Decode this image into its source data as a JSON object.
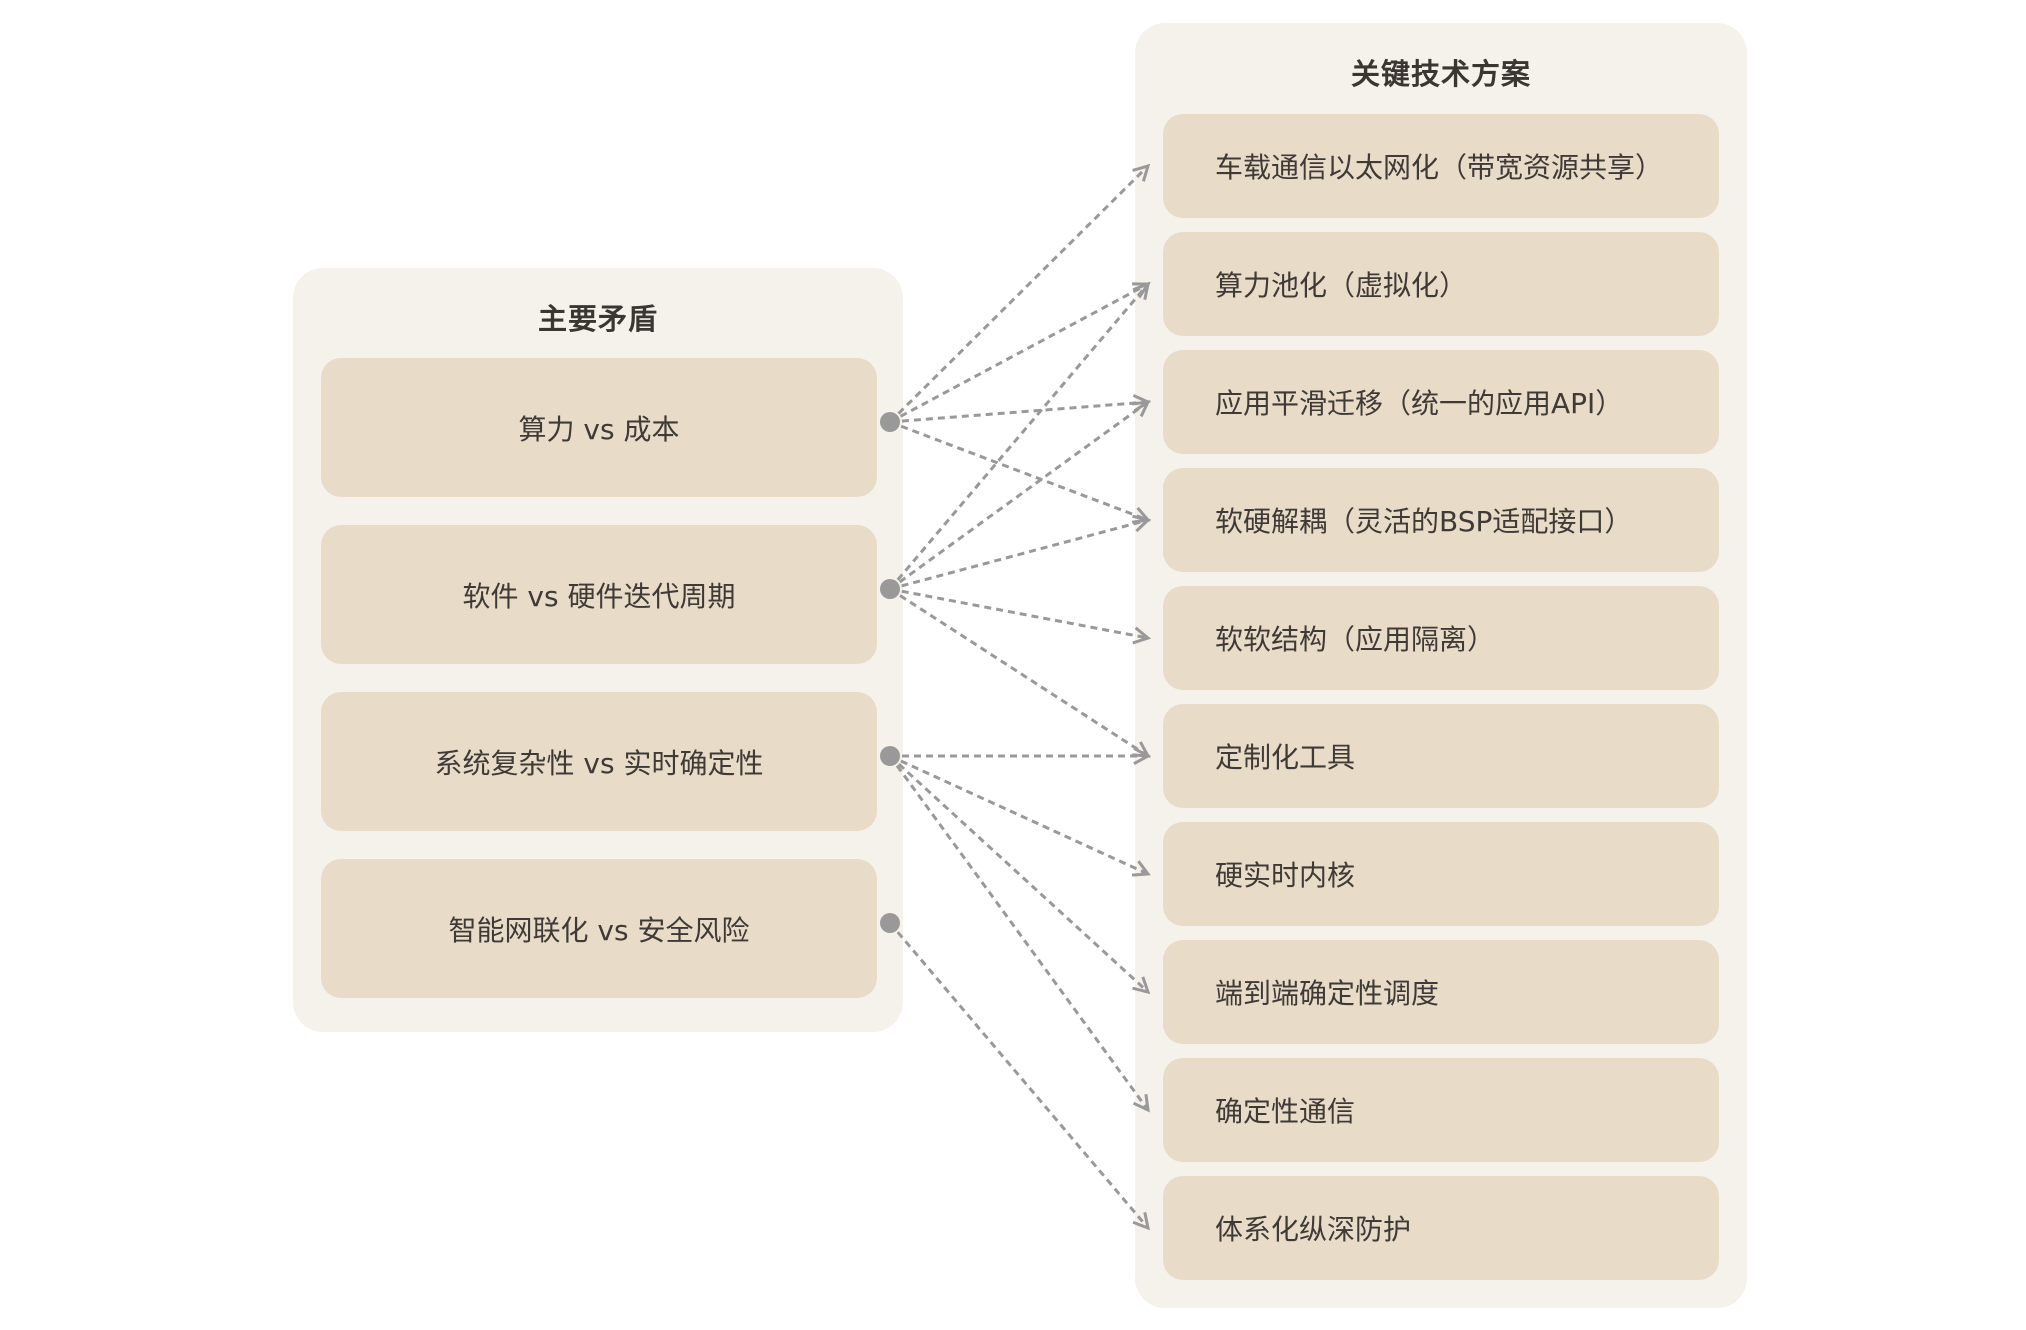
{
  "colors": {
    "panel_bg": "#f5f2ec",
    "box_bg": "#e8dcc9",
    "text": "#3f3a36",
    "connector": "#999999"
  },
  "left": {
    "title": "主要矛盾",
    "items": [
      {
        "label": "算力 vs 成本"
      },
      {
        "label": "软件 vs 硬件迭代周期"
      },
      {
        "label": "系统复杂性 vs 实时确定性"
      },
      {
        "label": "智能网联化 vs 安全风险"
      }
    ]
  },
  "right": {
    "title": "关键技术方案",
    "items": [
      {
        "label": "车载通信以太网化（带宽资源共享）"
      },
      {
        "label": "算力池化（虚拟化）"
      },
      {
        "label": "应用平滑迁移（统一的应用API）"
      },
      {
        "label": "软硬解耦（灵活的BSP适配接口）"
      },
      {
        "label": "软软结构（应用隔离）"
      },
      {
        "label": "定制化工具"
      },
      {
        "label": "硬实时内核"
      },
      {
        "label": "端到端确定性调度"
      },
      {
        "label": "确定性通信"
      },
      {
        "label": "体系化纵深防护"
      }
    ]
  },
  "connections": [
    {
      "from": 0,
      "to": [
        0,
        1,
        2,
        3
      ]
    },
    {
      "from": 1,
      "to": [
        1,
        2,
        3,
        4,
        5
      ]
    },
    {
      "from": 2,
      "to": [
        5,
        6,
        7,
        8
      ]
    },
    {
      "from": 3,
      "to": [
        9
      ]
    }
  ]
}
